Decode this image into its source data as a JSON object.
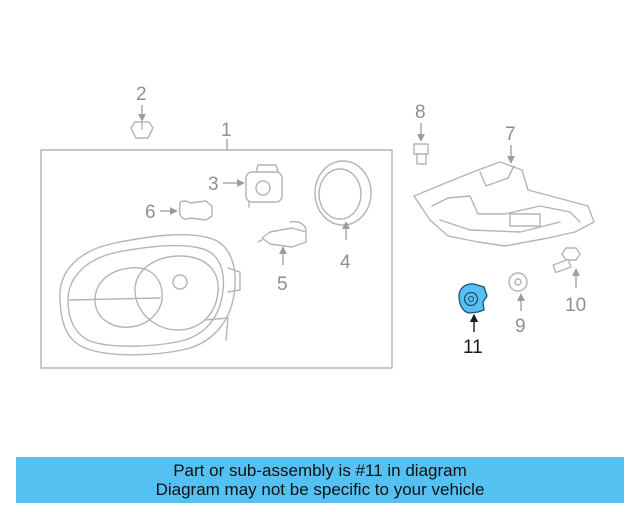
{
  "diagram": {
    "callouts": {
      "c1": "1",
      "c2": "2",
      "c3": "3",
      "c4": "4",
      "c5": "5",
      "c6": "6",
      "c7": "7",
      "c8": "8",
      "c9": "9",
      "c10": "10",
      "c11": "11"
    },
    "highlighted_part": "11",
    "highlight_color": "#55c1f3"
  },
  "caption": {
    "line1": "Part or sub-assembly is #11 in diagram",
    "line2": "Diagram may not be specific to your vehicle",
    "background": "#55c1f3"
  }
}
